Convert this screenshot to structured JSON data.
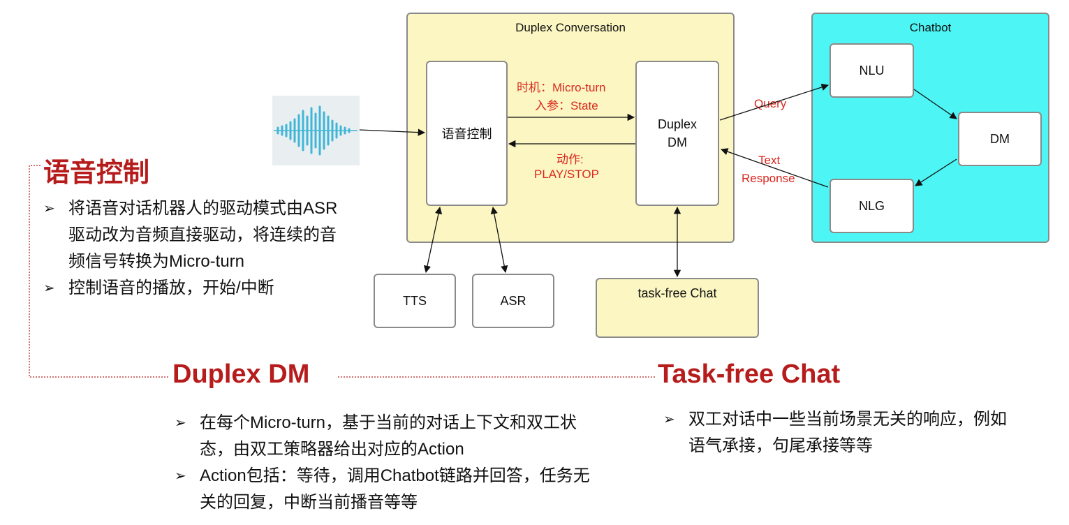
{
  "diagram": {
    "duplex_frame": {
      "title": "Duplex Conversation"
    },
    "chatbot_frame": {
      "title": "Chatbot"
    },
    "nodes": {
      "voice_control": "语音控制",
      "duplex_dm_line1": "Duplex",
      "duplex_dm_line2": "DM",
      "nlu": "NLU",
      "dm": "DM",
      "nlg": "NLG",
      "tts": "TTS",
      "asr": "ASR",
      "task_free_chat": "task-free Chat"
    },
    "edge_labels": {
      "timing": "时机：Micro-turn",
      "input": "入参：State",
      "action": "动作:",
      "play_stop": "PLAY/STOP",
      "query": "Query",
      "text": "Text",
      "response": "Response"
    },
    "colors": {
      "duplex_frame": "#fbf6c2",
      "chatbot_frame": "#4ef5f5",
      "accent_red": "#d9281e",
      "heading_red": "#b71c1c"
    },
    "icons": {
      "waveform": "audio-waveform-icon"
    }
  },
  "sections": {
    "voice_control": {
      "title": "语音控制",
      "bullets": [
        "将语音对话机器人的驱动模式由ASR驱动改为音频直接驱动，将连续的音频信号转换为Micro-turn",
        "控制语音的播放，开始/中断"
      ]
    },
    "duplex_dm": {
      "title": "Duplex DM",
      "bullets": [
        "在每个Micro-turn，基于当前的对话上下文和双工状态，由双工策略器给出对应的Action",
        "Action包括：等待，调用Chatbot链路并回答，任务无关的回复，中断当前播音等等"
      ]
    },
    "task_free_chat": {
      "title": "Task-free Chat",
      "bullets": [
        "双工对话中一些当前场景无关的响应，例如语气承接，句尾承接等等"
      ]
    }
  }
}
